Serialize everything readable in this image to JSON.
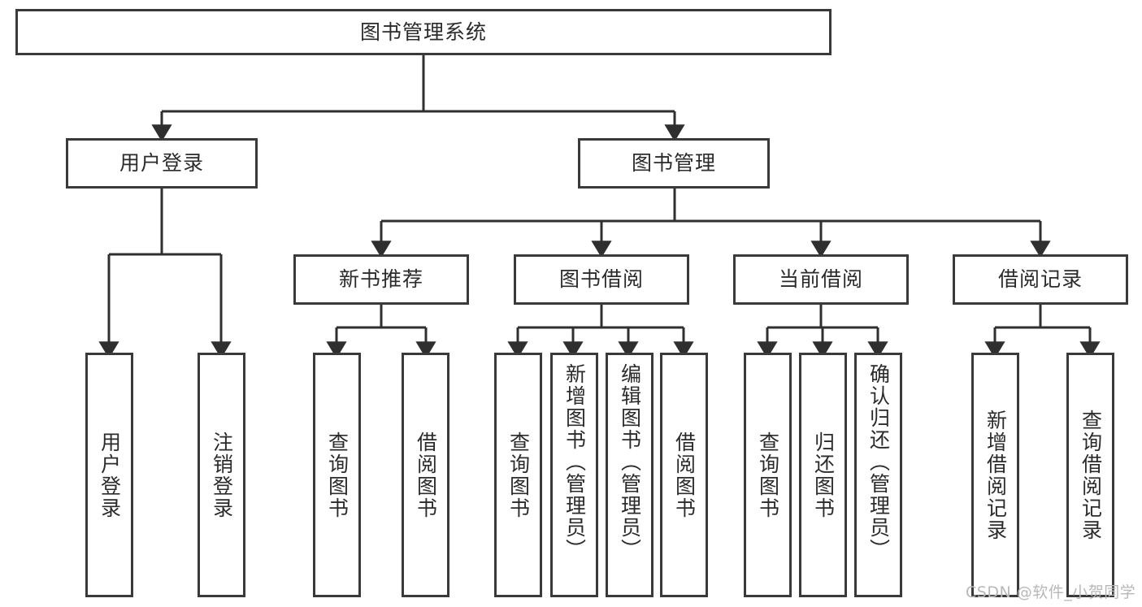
{
  "diagram": {
    "title": "图书管理系统",
    "type": "tree-structure-chart",
    "root": {
      "label": "图书管理系统"
    },
    "level2": [
      {
        "label": "用户登录"
      },
      {
        "label": "图书管理"
      }
    ],
    "level3": [
      {
        "label": "新书推荐"
      },
      {
        "label": "图书借阅"
      },
      {
        "label": "当前借阅"
      },
      {
        "label": "借阅记录"
      }
    ],
    "leaves": {
      "user_login": [
        {
          "label": "用户登录"
        },
        {
          "label": "注销登录"
        }
      ],
      "new_book_recommend": [
        {
          "label": "查询图书"
        },
        {
          "label": "借阅图书"
        }
      ],
      "book_borrow": [
        {
          "label": "查询图书"
        },
        {
          "label": "新增图书（管理员）"
        },
        {
          "label": "编辑图书（管理员）"
        },
        {
          "label": "借阅图书"
        }
      ],
      "current_borrow": [
        {
          "label": "查询图书"
        },
        {
          "label": "归还图书"
        },
        {
          "label": "确认归还（管理员）"
        }
      ],
      "borrow_record": [
        {
          "label": "新增借阅记录"
        },
        {
          "label": "查询借阅记录"
        }
      ]
    }
  },
  "watermark": {
    "text": "CSDN @软件_小贺同学"
  },
  "colors": {
    "border": "#3a3a3a",
    "text": "#2b2b2b",
    "background": "#ffffff",
    "watermark": "#b8b8b8"
  }
}
